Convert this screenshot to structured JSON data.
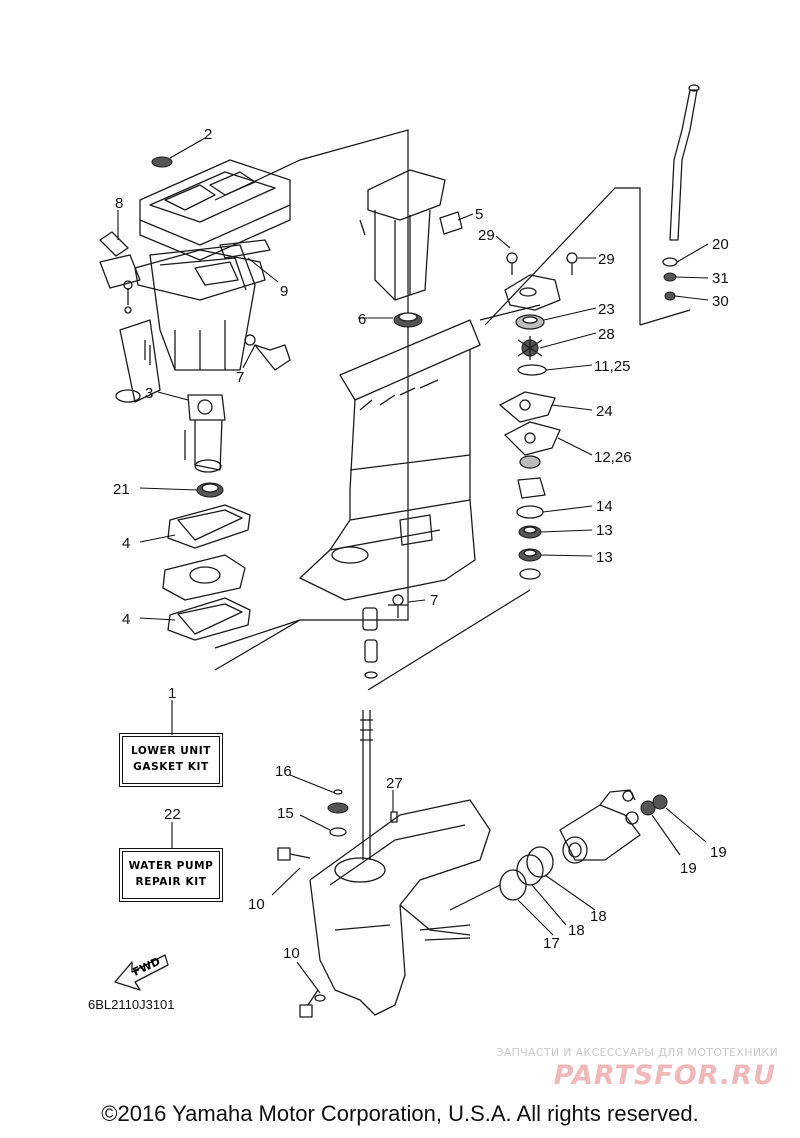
{
  "callouts": [
    {
      "id": "c2",
      "text": "2"
    },
    {
      "id": "c8",
      "text": "8"
    },
    {
      "id": "c9",
      "text": "9"
    },
    {
      "id": "c3",
      "text": "3"
    },
    {
      "id": "c7a",
      "text": "7"
    },
    {
      "id": "c21",
      "text": "21"
    },
    {
      "id": "c4a",
      "text": "4"
    },
    {
      "id": "c4b",
      "text": "4"
    },
    {
      "id": "c5",
      "text": "5"
    },
    {
      "id": "c6",
      "text": "6"
    },
    {
      "id": "c29a",
      "text": "29"
    },
    {
      "id": "c29b",
      "text": "29"
    },
    {
      "id": "c20",
      "text": "20"
    },
    {
      "id": "c31",
      "text": "31"
    },
    {
      "id": "c30",
      "text": "30"
    },
    {
      "id": "c23",
      "text": "23"
    },
    {
      "id": "c28",
      "text": "28"
    },
    {
      "id": "c1125",
      "text": "11,25"
    },
    {
      "id": "c24",
      "text": "24"
    },
    {
      "id": "c1226",
      "text": "12,26"
    },
    {
      "id": "c14",
      "text": "14"
    },
    {
      "id": "c13a",
      "text": "13"
    },
    {
      "id": "c13b",
      "text": "13"
    },
    {
      "id": "c7b",
      "text": "7"
    },
    {
      "id": "c1",
      "text": "1"
    },
    {
      "id": "c22",
      "text": "22"
    },
    {
      "id": "c16",
      "text": "16"
    },
    {
      "id": "c27",
      "text": "27"
    },
    {
      "id": "c15",
      "text": "15"
    },
    {
      "id": "c10a",
      "text": "10"
    },
    {
      "id": "c10b",
      "text": "10"
    },
    {
      "id": "c19a",
      "text": "19"
    },
    {
      "id": "c19b",
      "text": "19"
    },
    {
      "id": "c18a",
      "text": "18"
    },
    {
      "id": "c18b",
      "text": "18"
    },
    {
      "id": "c17",
      "text": "17"
    }
  ],
  "kits": {
    "lower_unit": {
      "line1": "LOWER UNIT",
      "line2": "GASKET KIT"
    },
    "water_pump": {
      "line1": "WATER PUMP",
      "line2": "REPAIR KIT"
    }
  },
  "fwd_label": "FWD",
  "figure_code": "6BL2110J3101",
  "watermark": {
    "line1": "ЗАПЧАСТИ И АКСЕССУАРЫ ДЛЯ МОТОТЕХНИКИ",
    "logo": "PARTSFOR.RU"
  },
  "copyright": "©2016 Yamaha Motor Corporation, U.S.A. All rights reserved."
}
